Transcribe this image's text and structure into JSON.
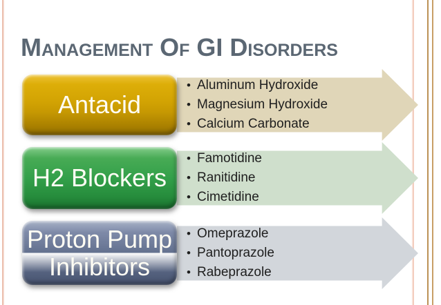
{
  "slide": {
    "title": "Management Of GI Disorders",
    "title_color": "#5b6773",
    "background_color": "#ffffff",
    "frame_colors": {
      "left_pink": "#ecbfae",
      "right_pink": "#f3cdbf",
      "right_tan_inner": "#bb9156",
      "right_tan_outer": "#c89f66"
    }
  },
  "rows": [
    {
      "label": "Antacid",
      "box_color": "#d2a303",
      "arrow_color": "#e0d6b8",
      "items": [
        "Aluminum Hydroxide",
        "Magnesium Hydroxide",
        "Calcium Carbonate"
      ]
    },
    {
      "label": "H2 Blockers",
      "box_color": "#33a04a",
      "arrow_color": "#cfdfcc",
      "items": [
        "Famotidine",
        "Ranitidine",
        "Cimetidine"
      ]
    },
    {
      "label": "Proton Pump Inhibitors",
      "box_color": "#63718f",
      "arrow_color": "#d2d6db",
      "items": [
        "Omeprazole",
        "Pantoprazole",
        "Rabeprazole"
      ]
    }
  ]
}
